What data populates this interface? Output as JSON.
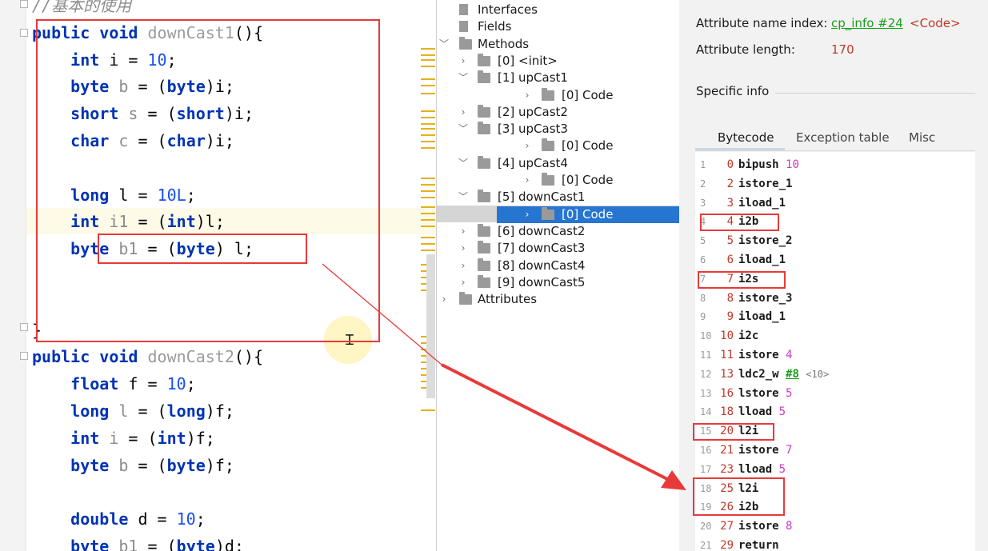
{
  "editor": {
    "lines": [
      [
        [
          "//基本的使用",
          "cm"
        ]
      ],
      [
        [
          "public ",
          "kw"
        ],
        [
          "void ",
          "kw"
        ],
        [
          "downCast1",
          "fn"
        ],
        [
          "(){",
          ""
        ]
      ],
      [
        [
          "    ",
          ""
        ],
        [
          "int ",
          "kw"
        ],
        [
          "i = ",
          ""
        ],
        [
          "10",
          "num"
        ],
        [
          ";",
          ""
        ]
      ],
      [
        [
          "    ",
          ""
        ],
        [
          "byte ",
          "kw"
        ],
        [
          "b",
          "var"
        ],
        [
          " = (",
          ""
        ],
        [
          "byte",
          "kw"
        ],
        [
          ")i;",
          ""
        ]
      ],
      [
        [
          "    ",
          ""
        ],
        [
          "short ",
          "kw"
        ],
        [
          "s",
          "var"
        ],
        [
          " = (",
          ""
        ],
        [
          "short",
          "kw"
        ],
        [
          ")i;",
          ""
        ]
      ],
      [
        [
          "    ",
          ""
        ],
        [
          "char ",
          "kw"
        ],
        [
          "c",
          "var"
        ],
        [
          " = (",
          ""
        ],
        [
          "char",
          "kw"
        ],
        [
          ")i;",
          ""
        ]
      ],
      [],
      [
        [
          "    ",
          ""
        ],
        [
          "long ",
          "kw"
        ],
        [
          "l = ",
          ""
        ],
        [
          "10L",
          "num"
        ],
        [
          ";",
          ""
        ]
      ],
      [
        [
          "    ",
          ""
        ],
        [
          "int ",
          "kw"
        ],
        [
          "i1",
          "var"
        ],
        [
          " = (",
          ""
        ],
        [
          "int",
          "kw"
        ],
        [
          ")l;",
          ""
        ]
      ],
      [
        [
          "    ",
          ""
        ],
        [
          "byte ",
          "kw"
        ],
        [
          "b1",
          "var"
        ],
        [
          " = (",
          ""
        ],
        [
          "byte",
          "kw"
        ],
        [
          ") l;",
          ""
        ]
      ],
      [],
      [],
      [
        [
          "}",
          ""
        ]
      ],
      [
        [
          "public ",
          "kw"
        ],
        [
          "void ",
          "kw"
        ],
        [
          "downCast2",
          "fn"
        ],
        [
          "(){",
          ""
        ]
      ],
      [
        [
          "    ",
          ""
        ],
        [
          "float ",
          "kw"
        ],
        [
          "f = ",
          ""
        ],
        [
          "10",
          "num"
        ],
        [
          ";",
          ""
        ]
      ],
      [
        [
          "    ",
          ""
        ],
        [
          "long ",
          "kw"
        ],
        [
          "l",
          "var"
        ],
        [
          " = (",
          ""
        ],
        [
          "long",
          "kw"
        ],
        [
          ")f;",
          ""
        ]
      ],
      [
        [
          "    ",
          ""
        ],
        [
          "int ",
          "kw"
        ],
        [
          "i",
          "var"
        ],
        [
          " = (",
          ""
        ],
        [
          "int",
          "kw"
        ],
        [
          ")f;",
          ""
        ]
      ],
      [
        [
          "    ",
          ""
        ],
        [
          "byte ",
          "kw"
        ],
        [
          "b",
          "var"
        ],
        [
          " = (",
          ""
        ],
        [
          "byte",
          "kw"
        ],
        [
          ")f;",
          ""
        ]
      ],
      [],
      [
        [
          "    ",
          ""
        ],
        [
          "double ",
          "kw"
        ],
        [
          "d = ",
          ""
        ],
        [
          "10",
          "num"
        ],
        [
          ";",
          ""
        ]
      ],
      [
        [
          "    ",
          ""
        ],
        [
          "byte ",
          "kw"
        ],
        [
          "b1",
          "var"
        ],
        [
          " = (",
          ""
        ],
        [
          "byte",
          "kw"
        ],
        [
          ")d;",
          ""
        ]
      ]
    ]
  },
  "tree": {
    "items": [
      {
        "label": "Interfaces",
        "icon": "page-icon",
        "arrow": ""
      },
      {
        "label": "Fields",
        "icon": "page-icon",
        "arrow": ""
      },
      {
        "label": "Methods",
        "icon": "folder-icon",
        "arrow": "﹀"
      },
      {
        "label": "[0] <init>",
        "icon": "folder-icon",
        "arrow": "›"
      },
      {
        "label": "[1] upCast1",
        "icon": "folder-icon",
        "arrow": "﹀"
      },
      {
        "label": "[0] Code",
        "icon": "folder-icon",
        "arrow": "›"
      },
      {
        "label": "[2] upCast2",
        "icon": "folder-icon",
        "arrow": "›"
      },
      {
        "label": "[3] upCast3",
        "icon": "folder-icon",
        "arrow": "﹀"
      },
      {
        "label": "[0] Code",
        "icon": "folder-icon",
        "arrow": "›"
      },
      {
        "label": "[4] upCast4",
        "icon": "folder-icon",
        "arrow": "﹀"
      },
      {
        "label": "[0] Code",
        "icon": "folder-icon",
        "arrow": "›"
      },
      {
        "label": "[5] downCast1",
        "icon": "folder-icon",
        "arrow": "﹀"
      },
      {
        "label": "[0] Code",
        "icon": "folder-icon",
        "arrow": "›",
        "selected": true
      },
      {
        "label": "[6] downCast2",
        "icon": "folder-icon",
        "arrow": "›"
      },
      {
        "label": "[7] downCast3",
        "icon": "folder-icon",
        "arrow": "›"
      },
      {
        "label": "[8] downCast4",
        "icon": "folder-icon",
        "arrow": "›"
      },
      {
        "label": "[9] downCast5",
        "icon": "folder-icon",
        "arrow": "›"
      },
      {
        "label": "Attributes",
        "icon": "folder-icon",
        "arrow": "›"
      }
    ]
  },
  "attr": {
    "name_index_label": "Attribute name index:",
    "name_index_link": "cp_info #24",
    "name_index_tag": "<Code>",
    "length_label": "Attribute length:",
    "length_value": "170",
    "specific_info": "Specific info",
    "tabs": [
      "Bytecode",
      "Exception table",
      "Misc"
    ]
  },
  "bytecode": [
    {
      "ln": "1",
      "off": "0",
      "ins": "bipush",
      "arg": "10"
    },
    {
      "ln": "2",
      "off": "2",
      "ins": "istore_1"
    },
    {
      "ln": "3",
      "off": "3",
      "ins": "iload_1"
    },
    {
      "ln": "4",
      "off": "4",
      "ins": "i2b"
    },
    {
      "ln": "5",
      "off": "5",
      "ins": "istore_2"
    },
    {
      "ln": "6",
      "off": "6",
      "ins": "iload_1"
    },
    {
      "ln": "7",
      "off": "7",
      "ins": "i2s"
    },
    {
      "ln": "8",
      "off": "8",
      "ins": "istore_3"
    },
    {
      "ln": "9",
      "off": "9",
      "ins": "iload_1"
    },
    {
      "ln": "10",
      "off": "10",
      "ins": "i2c"
    },
    {
      "ln": "11",
      "off": "11",
      "ins": "istore",
      "arg": "4"
    },
    {
      "ln": "12",
      "off": "13",
      "ins": "ldc2_w",
      "cp": "#8",
      "cmt": "<10>"
    },
    {
      "ln": "13",
      "off": "16",
      "ins": "lstore",
      "arg": "5"
    },
    {
      "ln": "14",
      "off": "18",
      "ins": "lload",
      "arg": "5"
    },
    {
      "ln": "15",
      "off": "20",
      "ins": "l2i"
    },
    {
      "ln": "16",
      "off": "21",
      "ins": "istore",
      "arg": "7"
    },
    {
      "ln": "17",
      "off": "23",
      "ins": "lload",
      "arg": "5"
    },
    {
      "ln": "18",
      "off": "25",
      "ins": "l2i"
    },
    {
      "ln": "19",
      "off": "26",
      "ins": "i2b"
    },
    {
      "ln": "20",
      "off": "27",
      "ins": "istore",
      "arg": "8"
    },
    {
      "ln": "21",
      "off": "29",
      "ins": "return"
    }
  ],
  "colors": {
    "annotation_red": "#e83a3a",
    "selection_blue": "#2675d0",
    "keyword_blue": "#0033b3"
  }
}
